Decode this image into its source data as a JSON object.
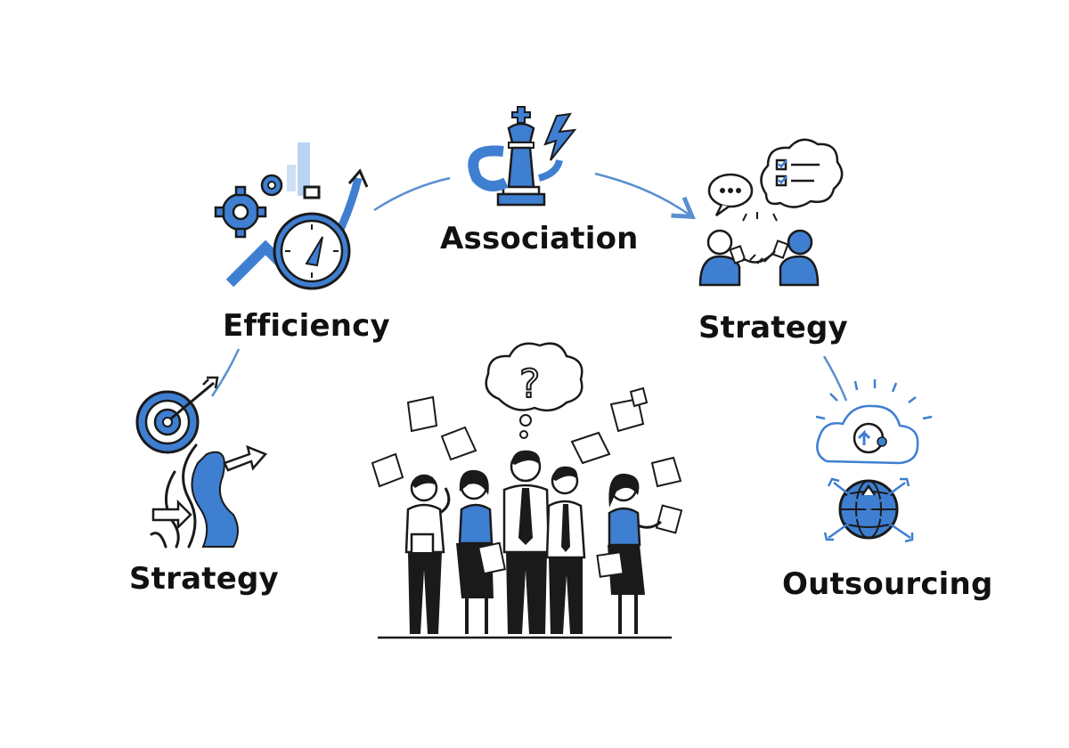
{
  "labels": {
    "efficiency": "Efficiency",
    "association": "Association",
    "strategy_right": "Strategy",
    "strategy_left": "Strategy",
    "outsourcing": "Outsourcing"
  },
  "icons": {
    "efficiency": "stopwatch-gears-icon",
    "association": "chess-king-icon",
    "strategy_right": "handshake-chat-icon",
    "strategy_left": "target-path-icon",
    "outsourcing": "cloud-globe-icon",
    "center": "confused-team-icon"
  },
  "colors": {
    "accent": "#3f7fd1",
    "accent_light": "#9cc0ea",
    "ink": "#1a1a1a",
    "connector": "#5a8fcf"
  }
}
